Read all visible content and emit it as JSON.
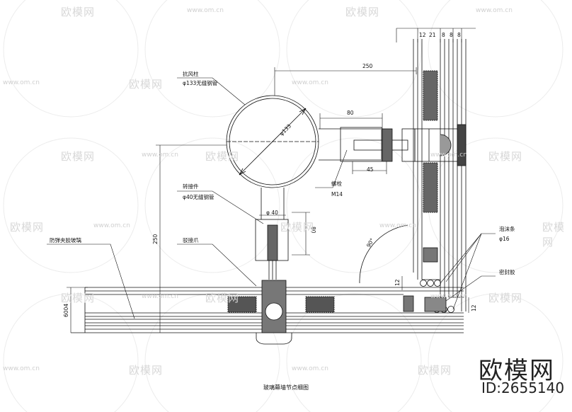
{
  "dimensions": {
    "top_widths": [
      "12",
      "21",
      "8",
      "8",
      "8"
    ],
    "overall_250_top": "250",
    "arm_80": "80",
    "arm_45": "45",
    "vertical_250": "250",
    "dia_133": "φ133",
    "dia_40": "φ 40",
    "dim_80_vertical": "80",
    "glass_60_4": "6004",
    "dim_12_right": "12",
    "dim_12_left": "12",
    "angle": "90°"
  },
  "labels": {
    "column_title": "抗风柱",
    "column_spec": "φ133无缝钢管",
    "connector_title": "转接件",
    "connector_spec": "φ40无缝钢管",
    "bolt_title": "螺栓",
    "bolt_spec": "M14",
    "claw_title": "驳接爪",
    "glass_title": "防弹夹胶玻璃",
    "rod_title": "泡沫条",
    "rod_spec": "φ16",
    "sealant_title": "密封胶"
  },
  "caption": "玻璃幕墙节点细图",
  "watermark": {
    "brand": "欧模网",
    "url": "www.om.cn",
    "id": "ID:2655140"
  }
}
